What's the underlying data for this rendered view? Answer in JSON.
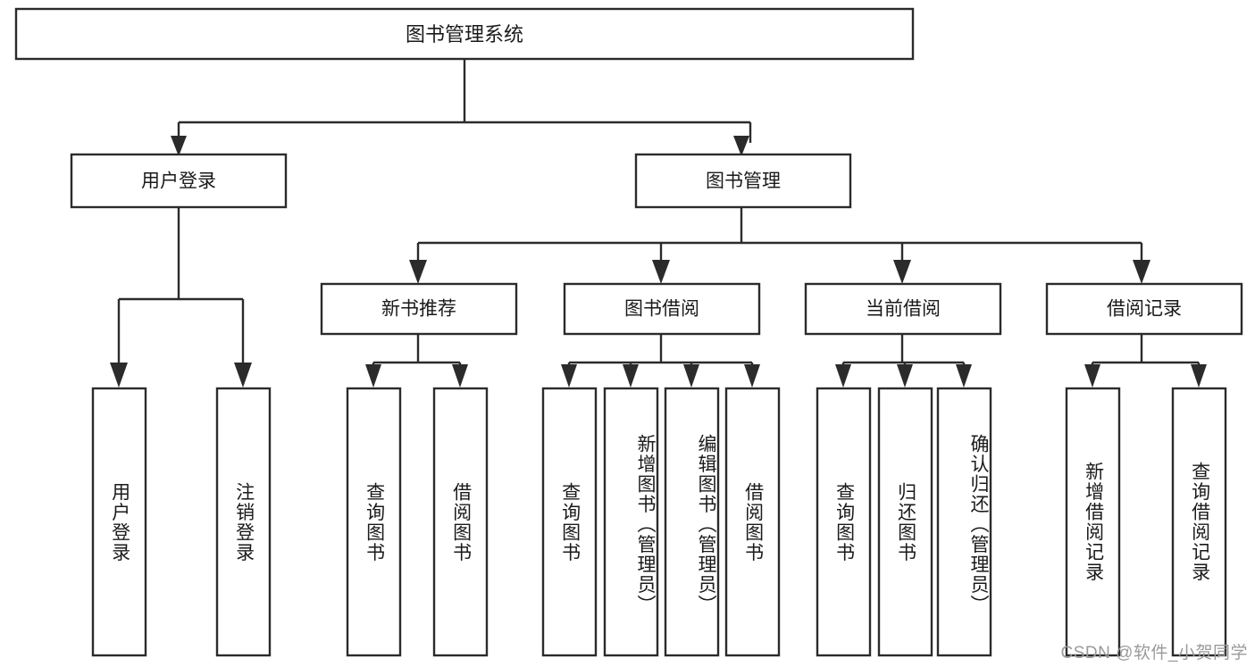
{
  "diagram": {
    "title": "图书管理系统",
    "type": "tree-hierarchy-chart",
    "watermark": "CSDN @软件_小贺同学",
    "colors": {
      "box_border": "#2b2b2b",
      "box_fill": "#ffffff",
      "connector": "#2b2b2b",
      "text": "#1a1a1a",
      "watermark": "#9a9a9a",
      "background": "#ffffff"
    },
    "root": {
      "label": "图书管理系统"
    },
    "level2": [
      {
        "label": "用户登录"
      },
      {
        "label": "图书管理"
      }
    ],
    "level3": [
      {
        "label": "新书推荐"
      },
      {
        "label": "图书借阅"
      },
      {
        "label": "当前借阅"
      },
      {
        "label": "借阅记录"
      }
    ],
    "leaves": {
      "user_login": [
        {
          "label": "用户登录"
        },
        {
          "label": "注销登录"
        }
      ],
      "new_book_recommend": [
        {
          "label": "查询图书"
        },
        {
          "label": "借阅图书"
        }
      ],
      "book_borrow": [
        {
          "label": "查询图书"
        },
        {
          "label": "新增图书（管理员）"
        },
        {
          "label": "编辑图书（管理员）"
        },
        {
          "label": "借阅图书"
        }
      ],
      "current_borrow": [
        {
          "label": "查询图书"
        },
        {
          "label": "归还图书"
        },
        {
          "label": "确认归还（管理员）"
        }
      ],
      "borrow_record": [
        {
          "label": "新增借阅记录"
        },
        {
          "label": "查询借阅记录"
        }
      ]
    }
  }
}
